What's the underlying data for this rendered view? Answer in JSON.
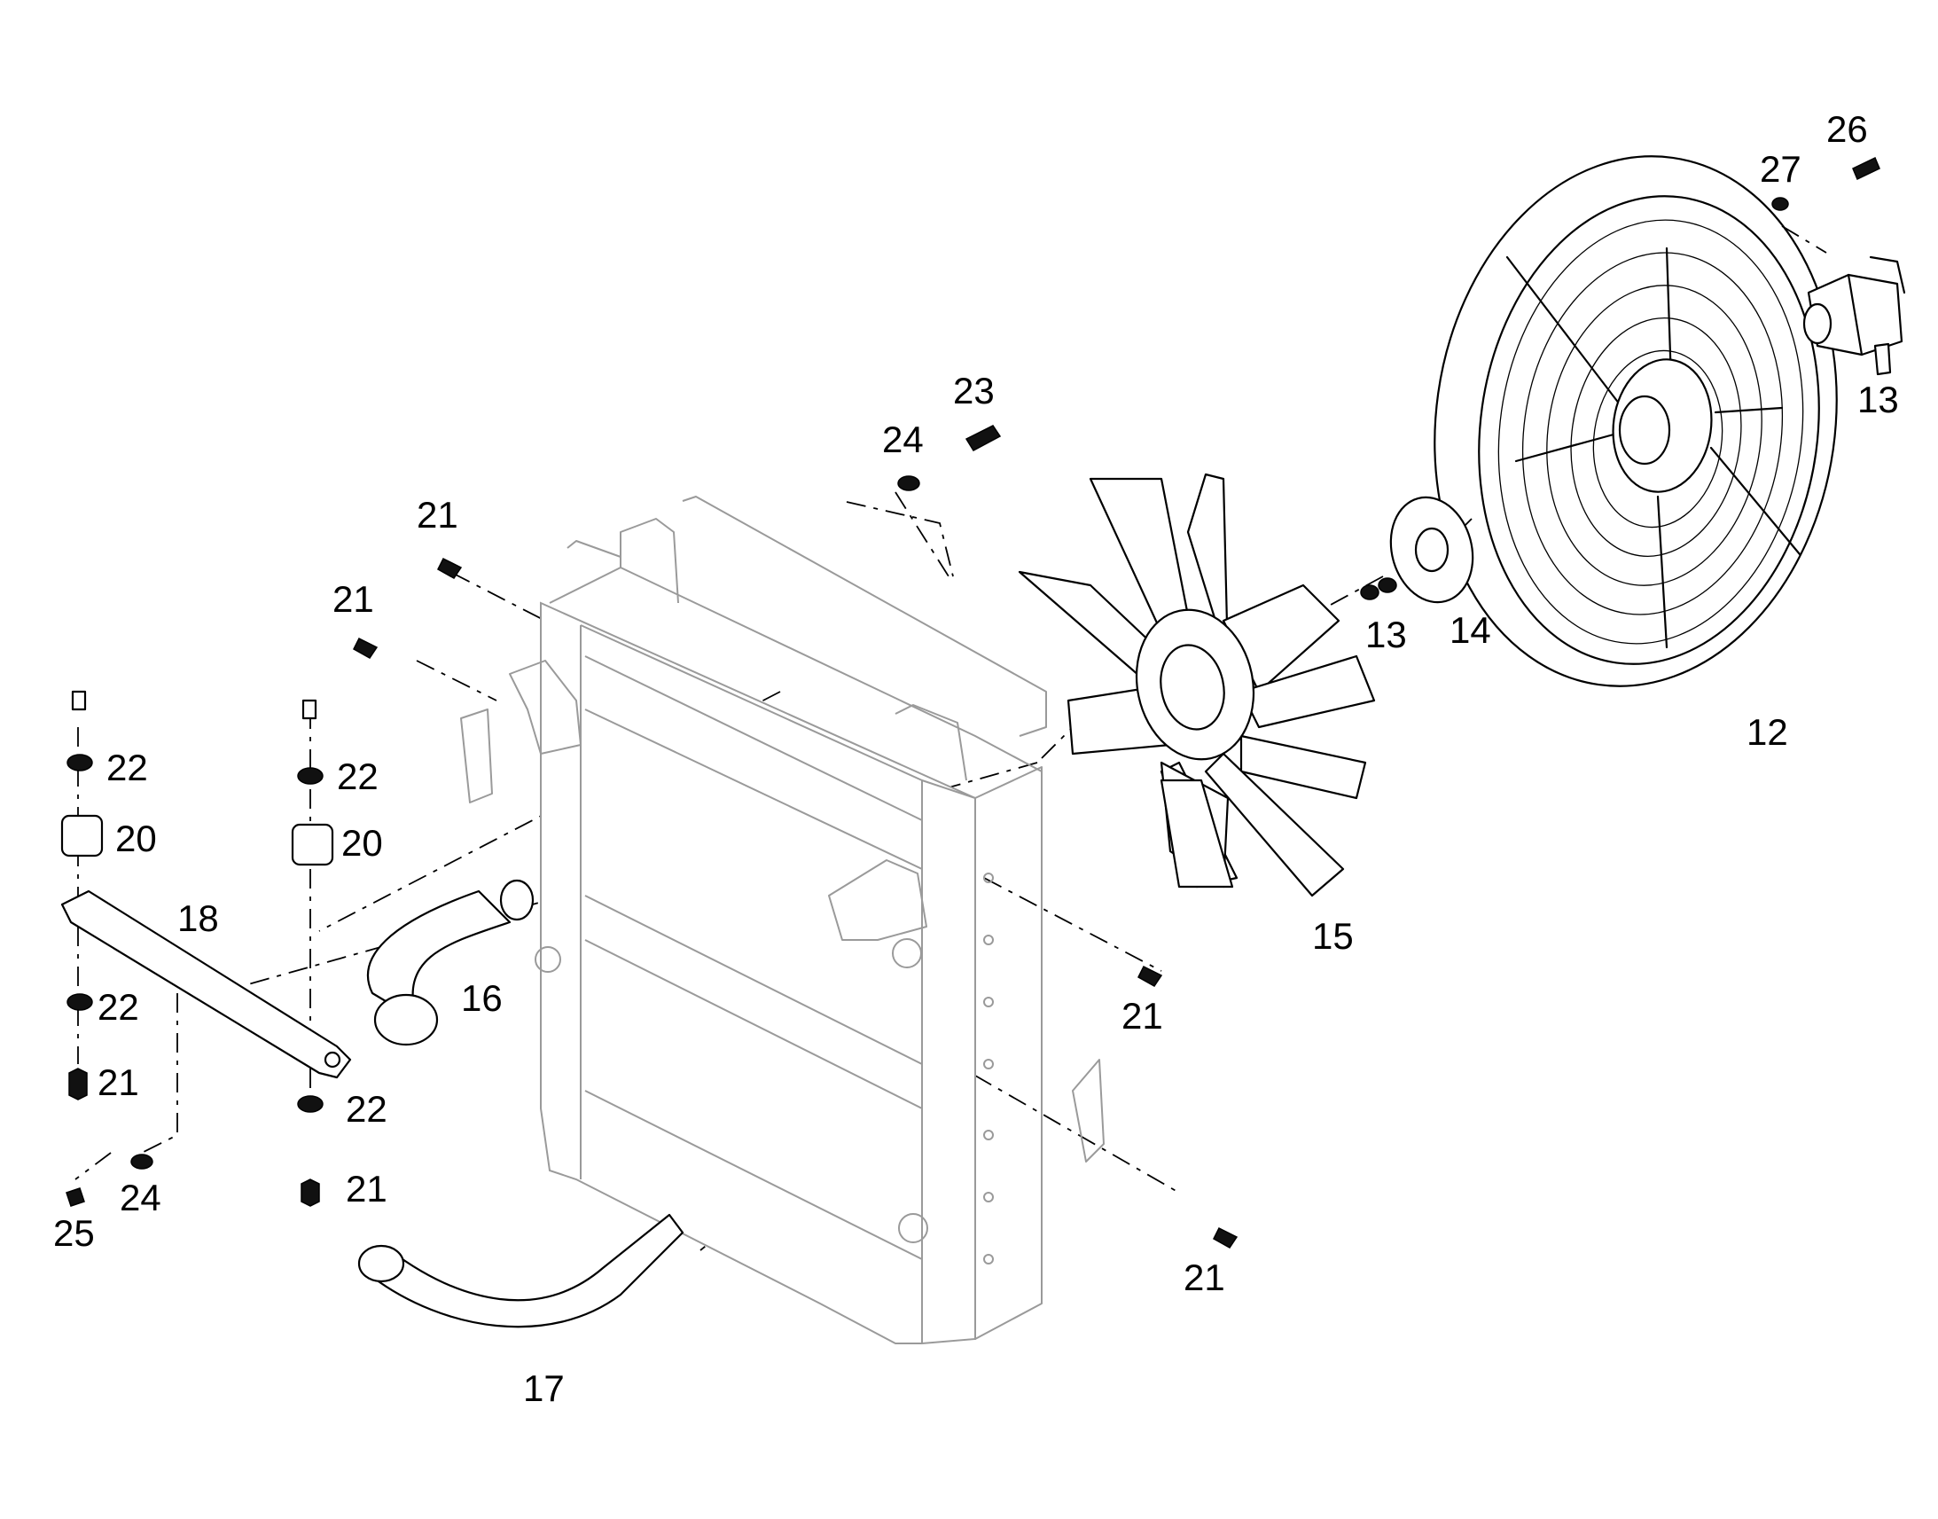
{
  "callouts": {
    "c12": "12",
    "c13a": "13",
    "c13b": "13",
    "c14": "14",
    "c15": "15",
    "c16": "16",
    "c17": "17",
    "c18": "18",
    "c20a": "20",
    "c20b": "20",
    "c21a": "21",
    "c21b": "21",
    "c21c": "21",
    "c21d": "21",
    "c21e": "21",
    "c21f": "21",
    "c22a": "22",
    "c22b": "22",
    "c22c": "22",
    "c22d": "22",
    "c23": "23",
    "c24a": "24",
    "c24b": "24",
    "c25": "25",
    "c26": "26",
    "c27": "27"
  },
  "colors": {
    "line": "#000000",
    "ghost": "#9a9a9a",
    "background": "#ffffff"
  }
}
